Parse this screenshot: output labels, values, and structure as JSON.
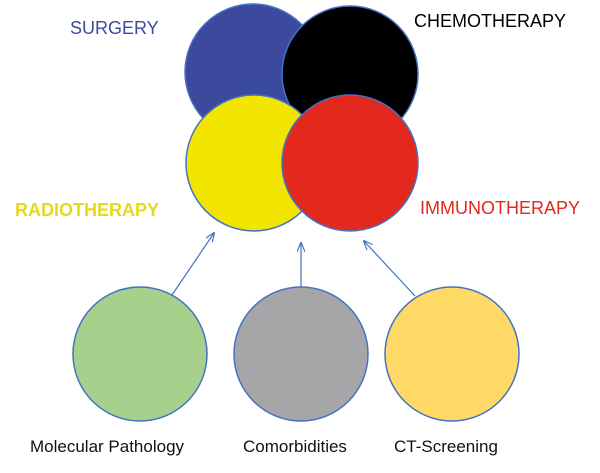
{
  "treatments": {
    "surgery": {
      "label": "SURGERY",
      "color": "#3c4a9e"
    },
    "chemotherapy": {
      "label": "CHEMOTHERAPY",
      "color": "#000000"
    },
    "radiotherapy": {
      "label": "RADIOTHERAPY",
      "color": "#f2e600"
    },
    "immunotherapy": {
      "label": "IMMUNOTHERAPY",
      "color": "#e3281d"
    }
  },
  "factors": {
    "molecular_pathology": {
      "label": "Molecular Pathology",
      "color": "#a8d08d"
    },
    "comorbidities": {
      "label": "Comorbidities",
      "color": "#a6a6a8"
    },
    "ct_screening": {
      "label": "CT-Screening",
      "color": "#ffd966"
    }
  },
  "colors": {
    "circle_outline": "#4472c4",
    "arrow": "#4472c4",
    "radiotherapy_label": "#e8d81a",
    "chemotherapy_label": "#000000"
  }
}
